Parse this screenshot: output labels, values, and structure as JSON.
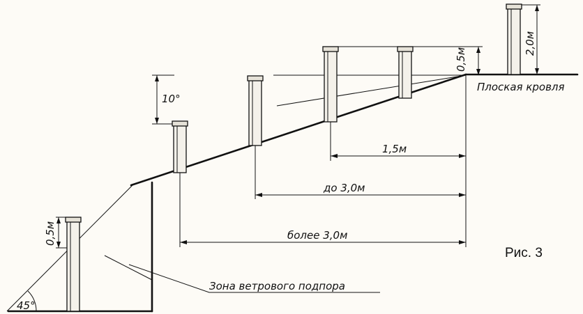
{
  "figure": {
    "caption": "Рис. 3",
    "labels": {
      "flat_roof": "Плоская кровля",
      "wind_zone": "Зона ветрового подпора",
      "angle_10": "10°",
      "angle_45": "45°",
      "dim_2m": "2,0м",
      "dim_05m_top": "0,5м",
      "dim_05m_left": "0,5м",
      "dim_15m": "1,5м",
      "dim_upto_3m": "до 3,0м",
      "dim_over_3m": "более 3,0м"
    }
  }
}
